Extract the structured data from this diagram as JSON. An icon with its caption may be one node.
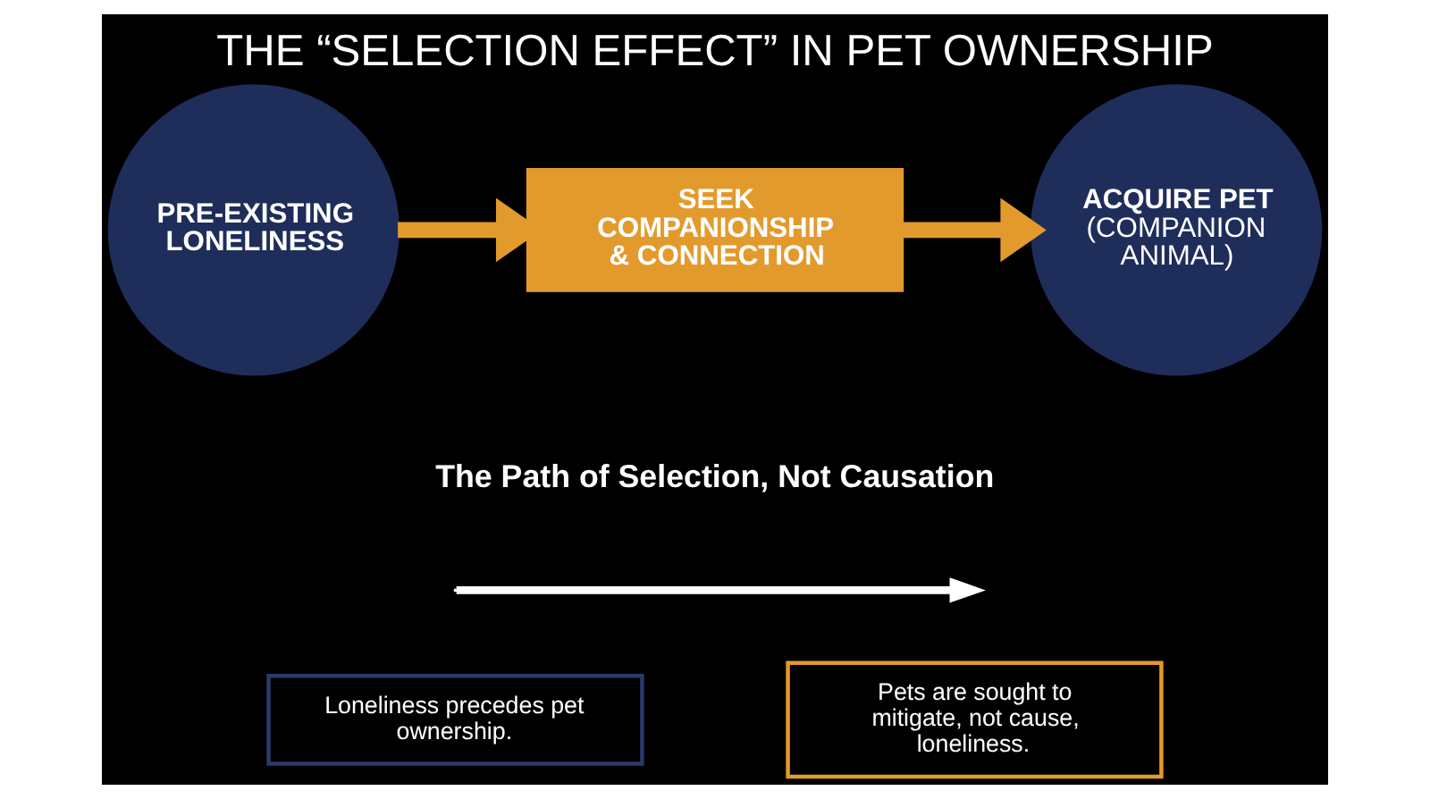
{
  "diagram": {
    "title": "THE “SELECTION EFFECT” IN PET OWNERSHIP",
    "nodes": [
      {
        "text": [
          "PRE-EXISTING LONELINESS"
        ]
      },
      {
        "text": [
          "SEEK COMPANIONSHIP & CONNECTION"
        ]
      },
      {
        "text": [
          "ACQUIRE PET",
          "(COMPANION ANIMAL)"
        ]
      },
      {
        "text": [
          "Loneliness precedes pet ownership."
        ]
      },
      {
        "text": [
          "Pets are sought to mitigate, not cause, loneliness."
        ]
      }
    ],
    "edges": [
      {
        "from": 0,
        "to": 1,
        "arrow": "to"
      },
      {
        "from": 1,
        "to": 2,
        "arrow": "to"
      }
    ],
    "labels": [
      "The Path of Selection, Not Causation"
    ]
  }
}
